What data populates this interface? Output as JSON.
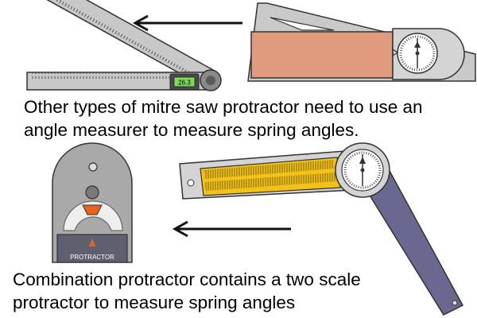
{
  "captions": {
    "top_line1": "Other types of mitre saw protractor need to use an",
    "top_line2": "angle measurer to measure spring angles.",
    "bottom_line1": "Combination protractor contains a two scale",
    "bottom_line2": "protractor to measure spring angles"
  },
  "tools": {
    "digital_readout": "26.3",
    "protractor_label": "PROTRACTOR"
  },
  "colors": {
    "steel": "#b3b3b3",
    "copper_panel": "#e09a7e",
    "yellow_scale": "#f2c21b",
    "purple_blade": "#6a6890",
    "lcd_green": "#7ed957",
    "orange_pointer": "#e8641c",
    "dark_body": "#5e6070"
  },
  "icons": [
    "arrow-left-icon",
    "arrow-left-icon"
  ]
}
